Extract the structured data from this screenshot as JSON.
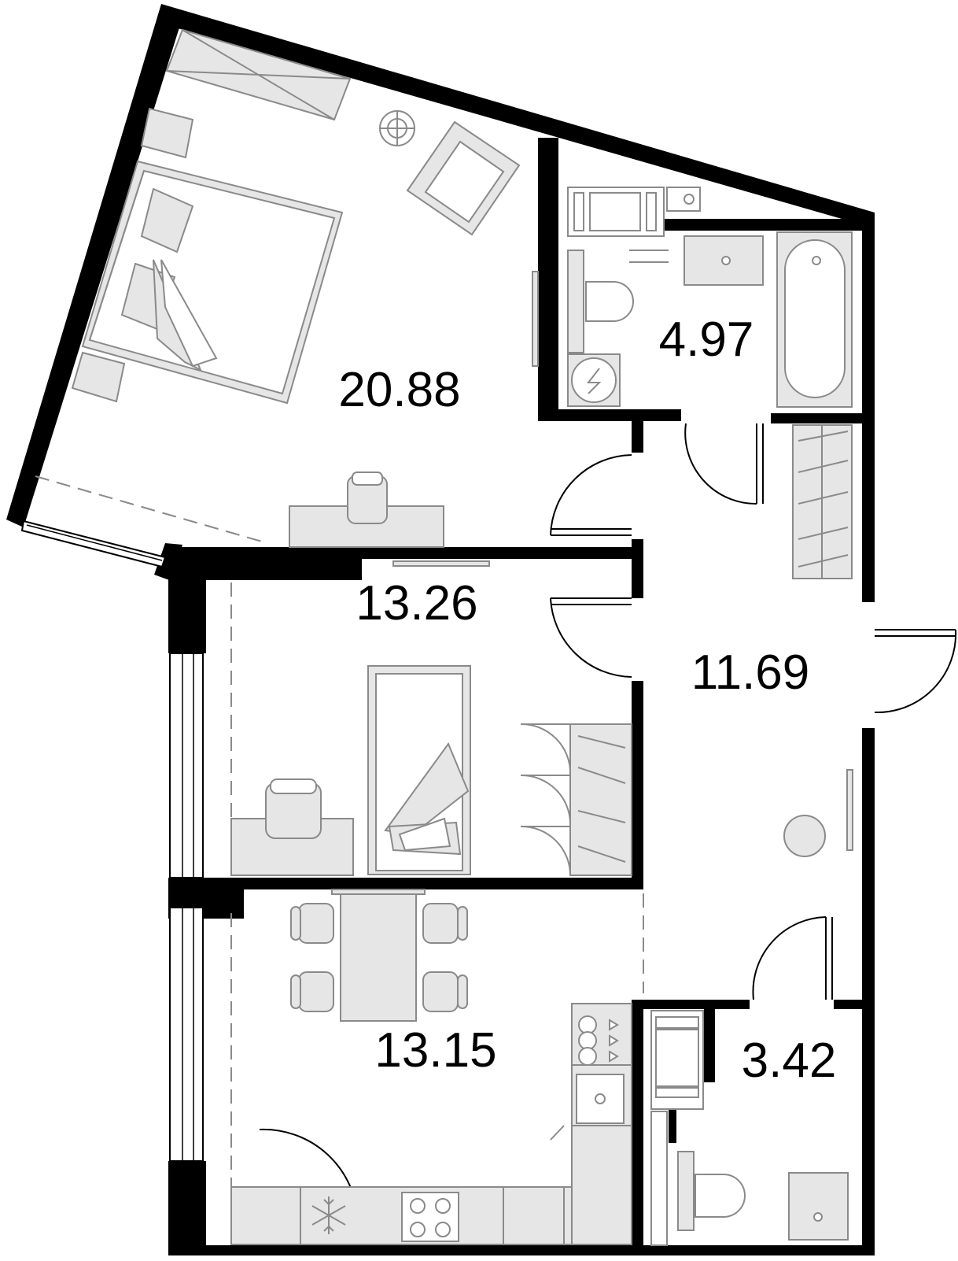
{
  "plan": {
    "rooms": [
      {
        "id": "bedroom",
        "area": "20.88"
      },
      {
        "id": "bathroom",
        "area": "4.97"
      },
      {
        "id": "second-room",
        "area": "13.26"
      },
      {
        "id": "hallway",
        "area": "11.69"
      },
      {
        "id": "kitchen",
        "area": "13.15"
      },
      {
        "id": "wc",
        "area": "3.42"
      }
    ]
  }
}
